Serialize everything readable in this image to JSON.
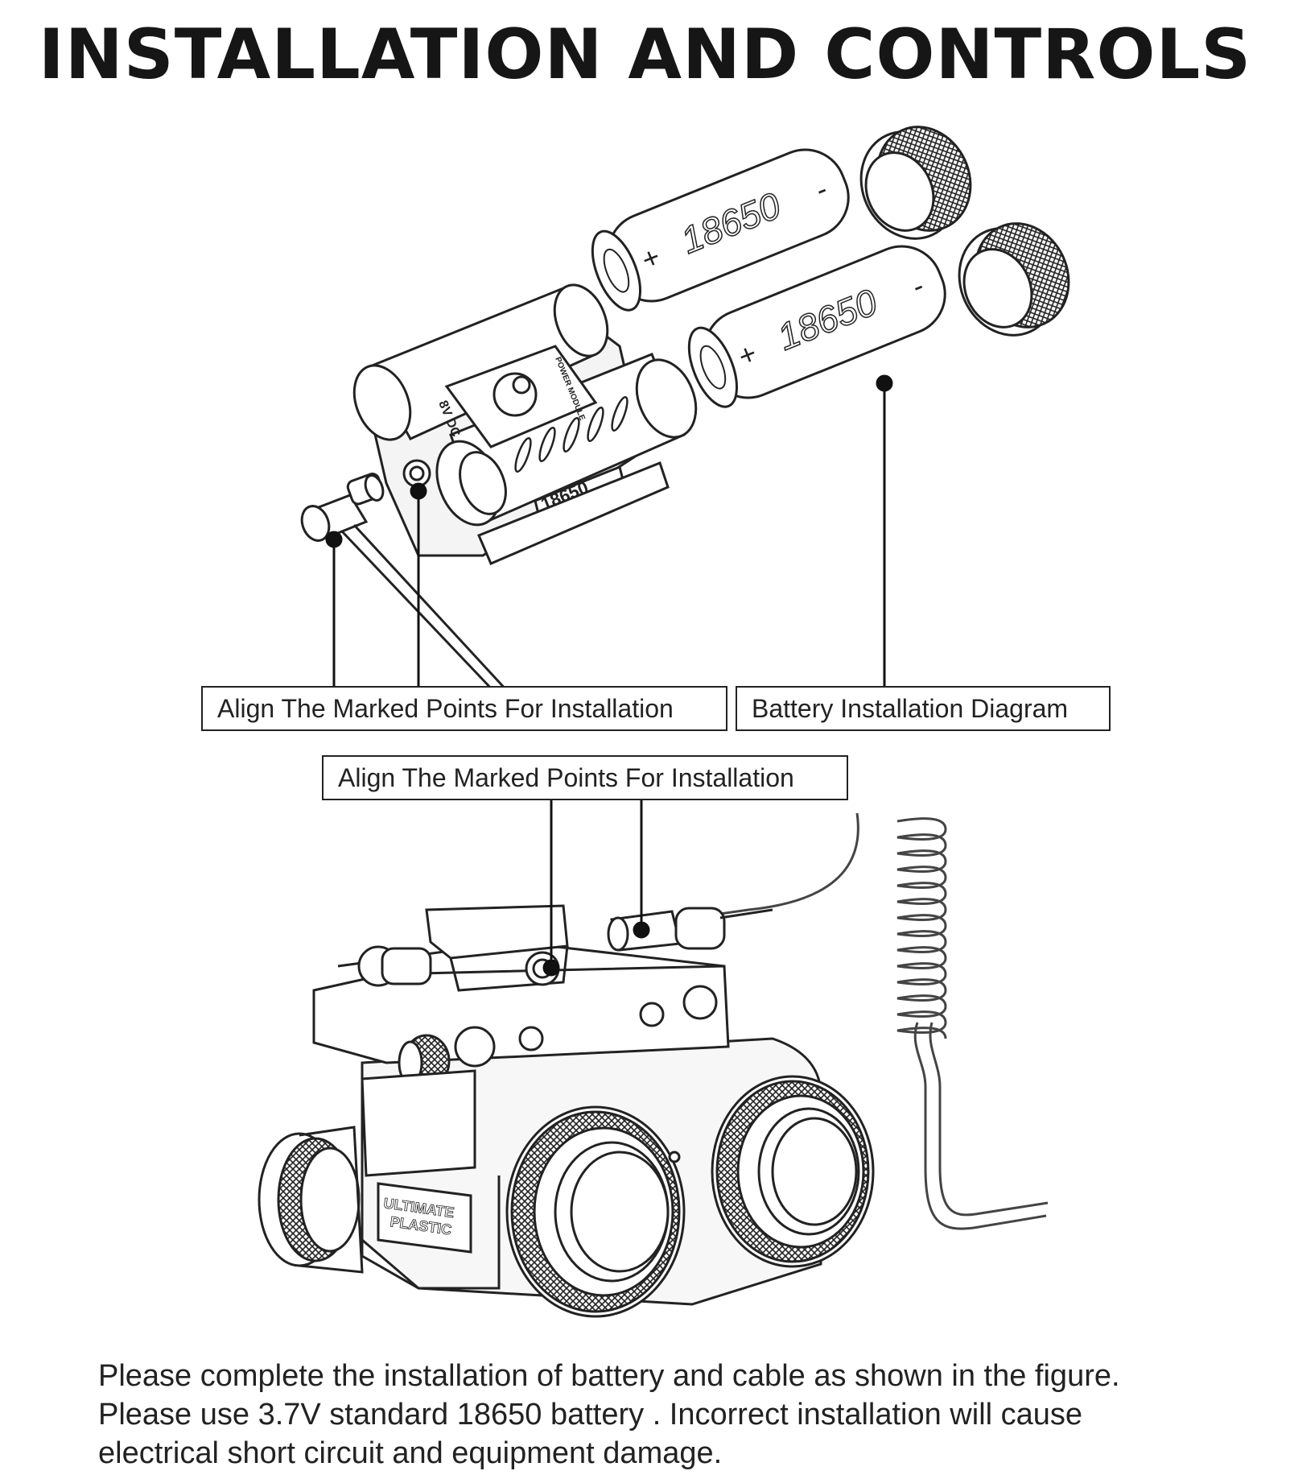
{
  "title": "INSTALLATION AND CONTROLS",
  "callouts": {
    "align_top": "Align The Marked Points For Installation",
    "battery": "Battery Installation Diagram",
    "align_bottom": "Align The Marked Points For Installation"
  },
  "engravings": {
    "battery_model": "18650",
    "battery_plus": "+",
    "battery_minus": "-",
    "power_label": "POWER MODULE",
    "voltage": "8V DC",
    "case_model": "18650",
    "brand_line1": "ULTIMATE",
    "brand_line2": "PLASTIC"
  },
  "note": "Please complete the installation of battery and cable as shown in the figure. Please use 3.7V standard 18650 battery . Incorrect installation will cause electrical short circuit and equipment damage."
}
